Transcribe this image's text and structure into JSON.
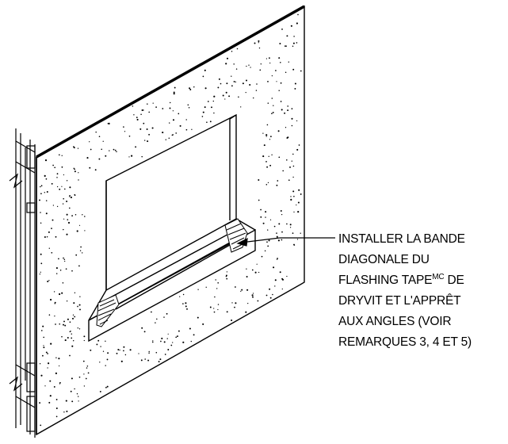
{
  "callout": {
    "line1": "INSTALLER LA BANDE",
    "line2": "DIAGONALE DU",
    "line3_a": "FLASHING TAPE",
    "line3_sup": "MC",
    "line3_b": " DE",
    "line4": "DRYVIT ET L'APPRÊT",
    "line5": "AUX ANGLES (VOIR",
    "line6": "REMARQUES 3, 4 ET 5)"
  },
  "colors": {
    "ink": "#000000",
    "paper": "#ffffff"
  }
}
